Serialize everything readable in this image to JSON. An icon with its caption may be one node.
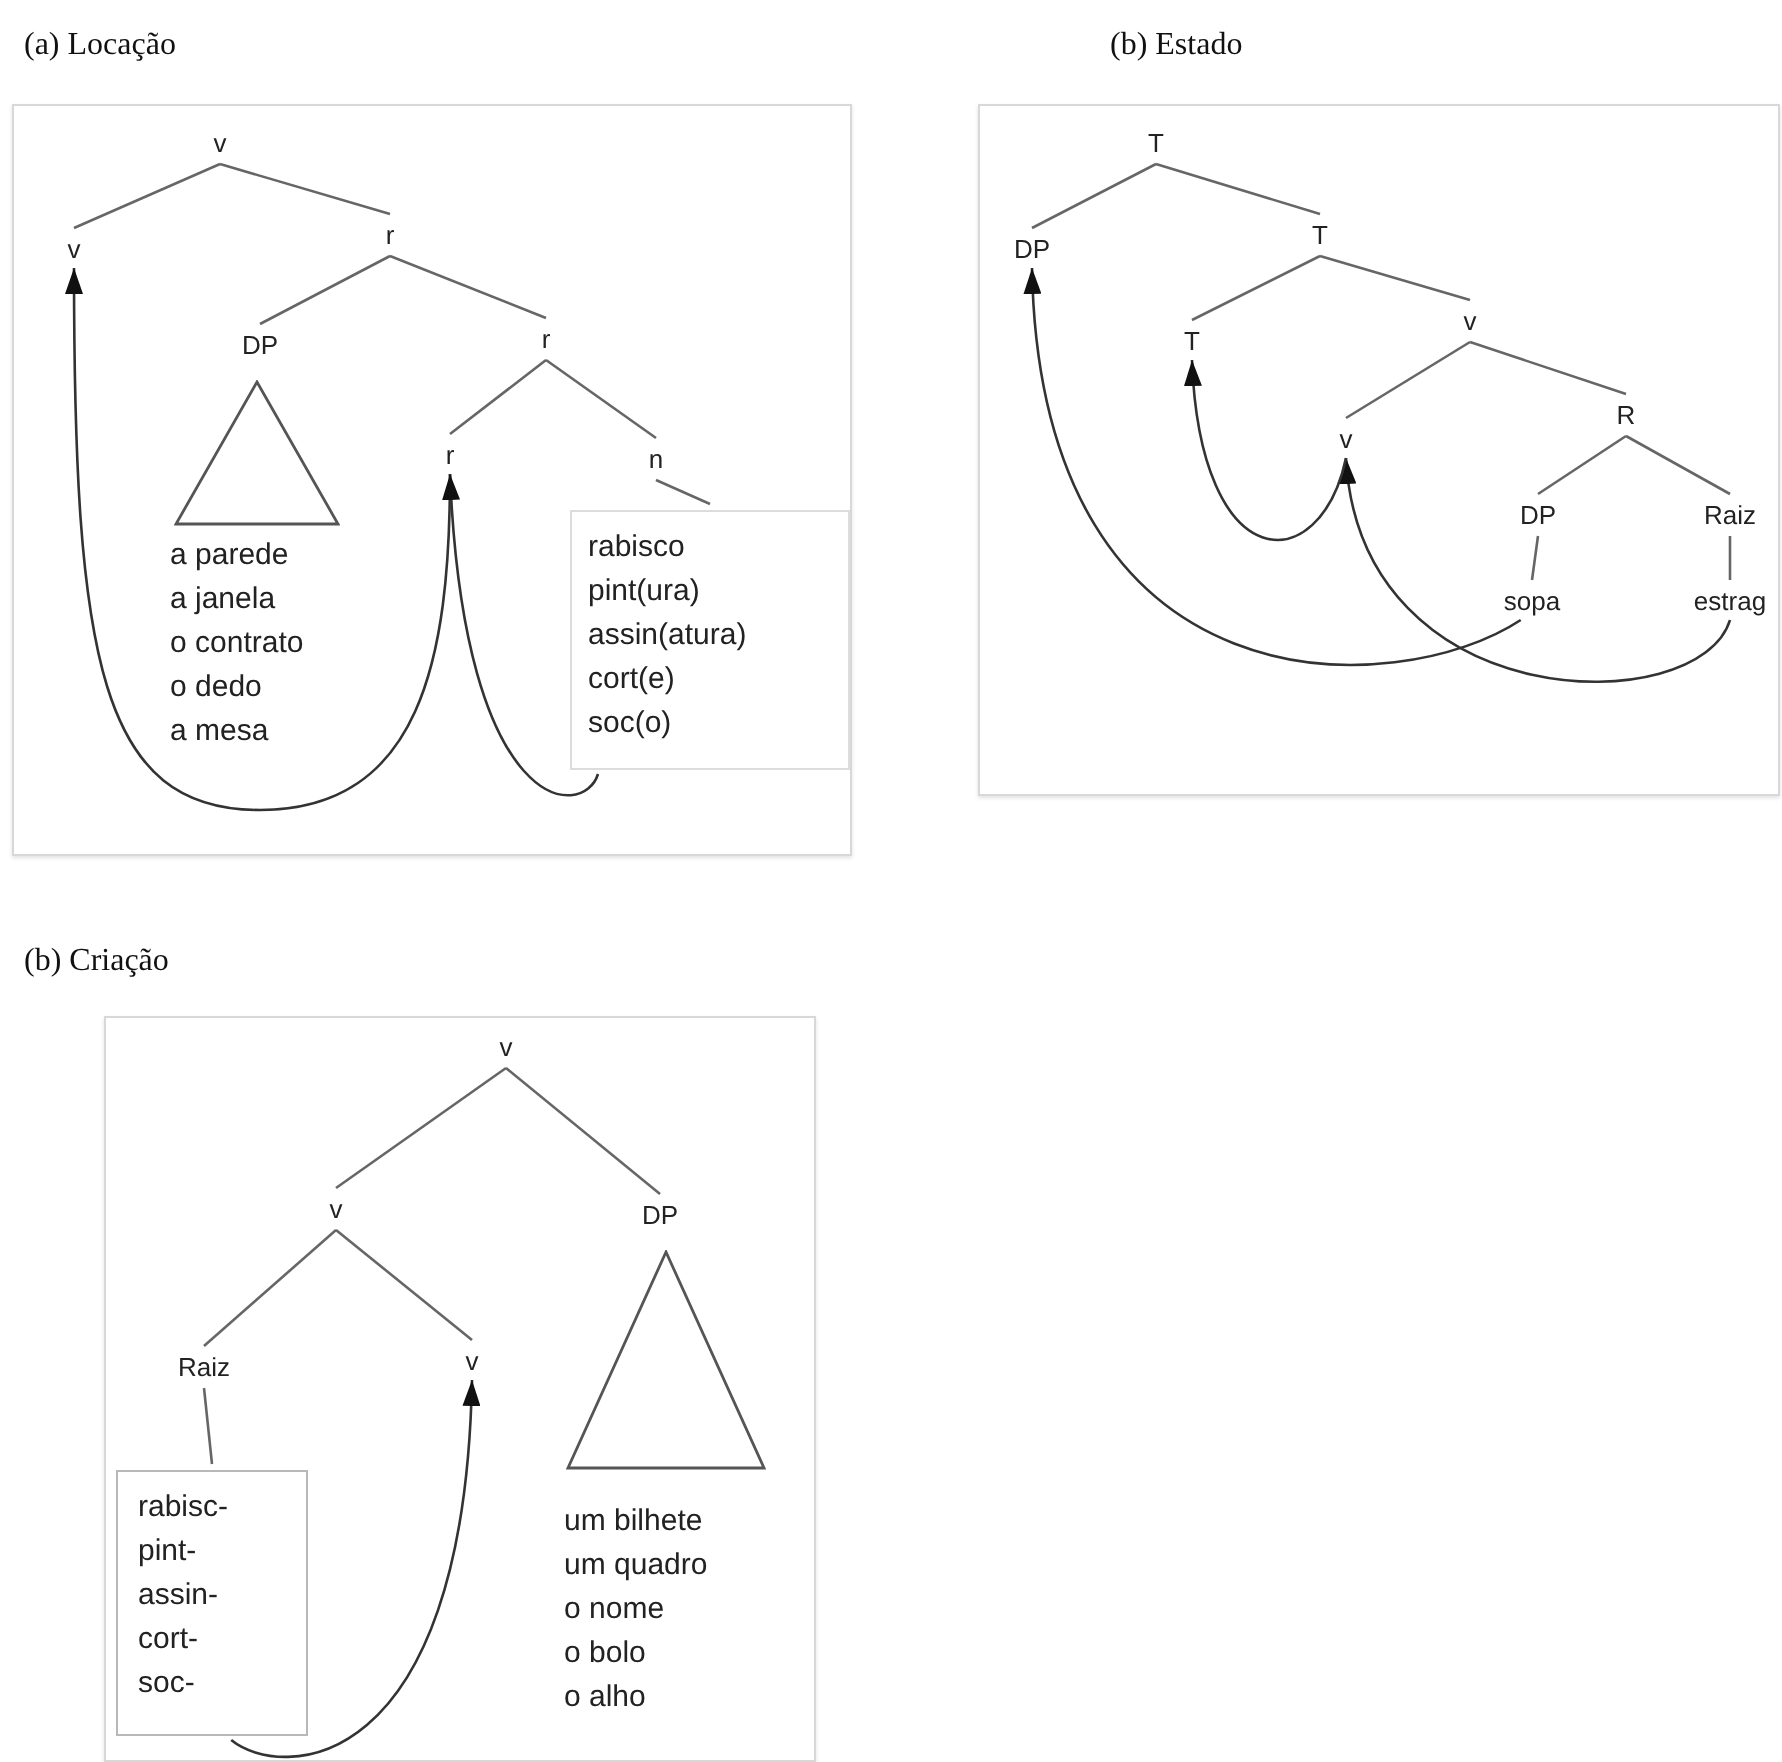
{
  "diagram": {
    "nodes": [
      {
        "text": [
          "(a) Locação"
        ]
      },
      {
        "text": [
          "v"
        ],
        "in": 0
      },
      {
        "text": [
          "v"
        ],
        "in": 0
      },
      {
        "text": [
          "r"
        ],
        "in": 0
      },
      {
        "text": [
          "DP"
        ],
        "in": 0
      },
      {
        "text": [],
        "shape": "triangle",
        "in": 0
      },
      {
        "text": [
          "a parede",
          "a janela",
          "o contrato",
          "o dedo",
          "a mesa"
        ],
        "in": 0
      },
      {
        "text": [
          "r"
        ],
        "in": 0
      },
      {
        "text": [
          "r"
        ],
        "in": 0
      },
      {
        "text": [
          "n"
        ],
        "in": 0
      },
      {
        "text": [
          "rabisco",
          "pint(ura)",
          "assin(atura)",
          "cort(e)",
          "soc(o)"
        ],
        "in": 0
      },
      {
        "text": [
          "(b) Estado"
        ]
      },
      {
        "text": [
          "T"
        ],
        "in": 11
      },
      {
        "text": [
          "DP"
        ],
        "in": 11
      },
      {
        "text": [
          "T"
        ],
        "in": 11
      },
      {
        "text": [
          "T"
        ],
        "in": 11
      },
      {
        "text": [
          "v"
        ],
        "in": 11
      },
      {
        "text": [
          "v"
        ],
        "in": 11
      },
      {
        "text": [
          "R"
        ],
        "in": 11
      },
      {
        "text": [
          "DP"
        ],
        "in": 11
      },
      {
        "text": [
          "Raiz"
        ],
        "in": 11
      },
      {
        "text": [
          "sopa"
        ],
        "in": 11
      },
      {
        "text": [
          "estrag"
        ],
        "in": 11
      },
      {
        "text": [
          "(b) Criação"
        ]
      },
      {
        "text": [
          "v"
        ],
        "in": 23
      },
      {
        "text": [
          "v"
        ],
        "in": 23
      },
      {
        "text": [
          "DP"
        ],
        "in": 23
      },
      {
        "text": [
          "Raiz"
        ],
        "in": 23
      },
      {
        "text": [
          "v"
        ],
        "in": 23
      },
      {
        "text": [
          "rabisc-",
          "pint-",
          "assin-",
          "cort-",
          "soc-"
        ],
        "in": 23
      },
      {
        "text": [],
        "shape": "triangle",
        "in": 23
      },
      {
        "text": [
          "um bilhete",
          "um quadro",
          "o nome",
          "o bolo",
          "o alho"
        ],
        "in": 23
      }
    ],
    "edges": [
      {
        "from": 1,
        "to": 2,
        "arrow": "none"
      },
      {
        "from": 1,
        "to": 3,
        "arrow": "none"
      },
      {
        "from": 3,
        "to": 4,
        "arrow": "none"
      },
      {
        "from": 3,
        "to": 7,
        "arrow": "none"
      },
      {
        "from": 7,
        "to": 8,
        "arrow": "none"
      },
      {
        "from": 7,
        "to": 9,
        "arrow": "none"
      },
      {
        "from": 9,
        "to": 10,
        "arrow": "none"
      },
      {
        "from": 8,
        "to": 2,
        "arrow": "to"
      },
      {
        "from": 10,
        "to": 8,
        "arrow": "to"
      },
      {
        "from": 12,
        "to": 13,
        "arrow": "none"
      },
      {
        "from": 12,
        "to": 14,
        "arrow": "none"
      },
      {
        "from": 14,
        "to": 15,
        "arrow": "none"
      },
      {
        "from": 14,
        "to": 16,
        "arrow": "none"
      },
      {
        "from": 16,
        "to": 17,
        "arrow": "none"
      },
      {
        "from": 16,
        "to": 18,
        "arrow": "none"
      },
      {
        "from": 18,
        "to": 19,
        "arrow": "none"
      },
      {
        "from": 18,
        "to": 20,
        "arrow": "none"
      },
      {
        "from": 19,
        "to": 21,
        "arrow": "none"
      },
      {
        "from": 20,
        "to": 22,
        "arrow": "none"
      },
      {
        "from": 21,
        "to": 13,
        "arrow": "to"
      },
      {
        "from": 22,
        "to": 17,
        "arrow": "to"
      },
      {
        "from": 17,
        "to": 15,
        "arrow": "to"
      },
      {
        "from": 24,
        "to": 25,
        "arrow": "none"
      },
      {
        "from": 24,
        "to": 26,
        "arrow": "none"
      },
      {
        "from": 25,
        "to": 27,
        "arrow": "none"
      },
      {
        "from": 25,
        "to": 28,
        "arrow": "none"
      },
      {
        "from": 27,
        "to": 29,
        "arrow": "none"
      },
      {
        "from": 29,
        "to": 28,
        "arrow": "to"
      }
    ]
  }
}
